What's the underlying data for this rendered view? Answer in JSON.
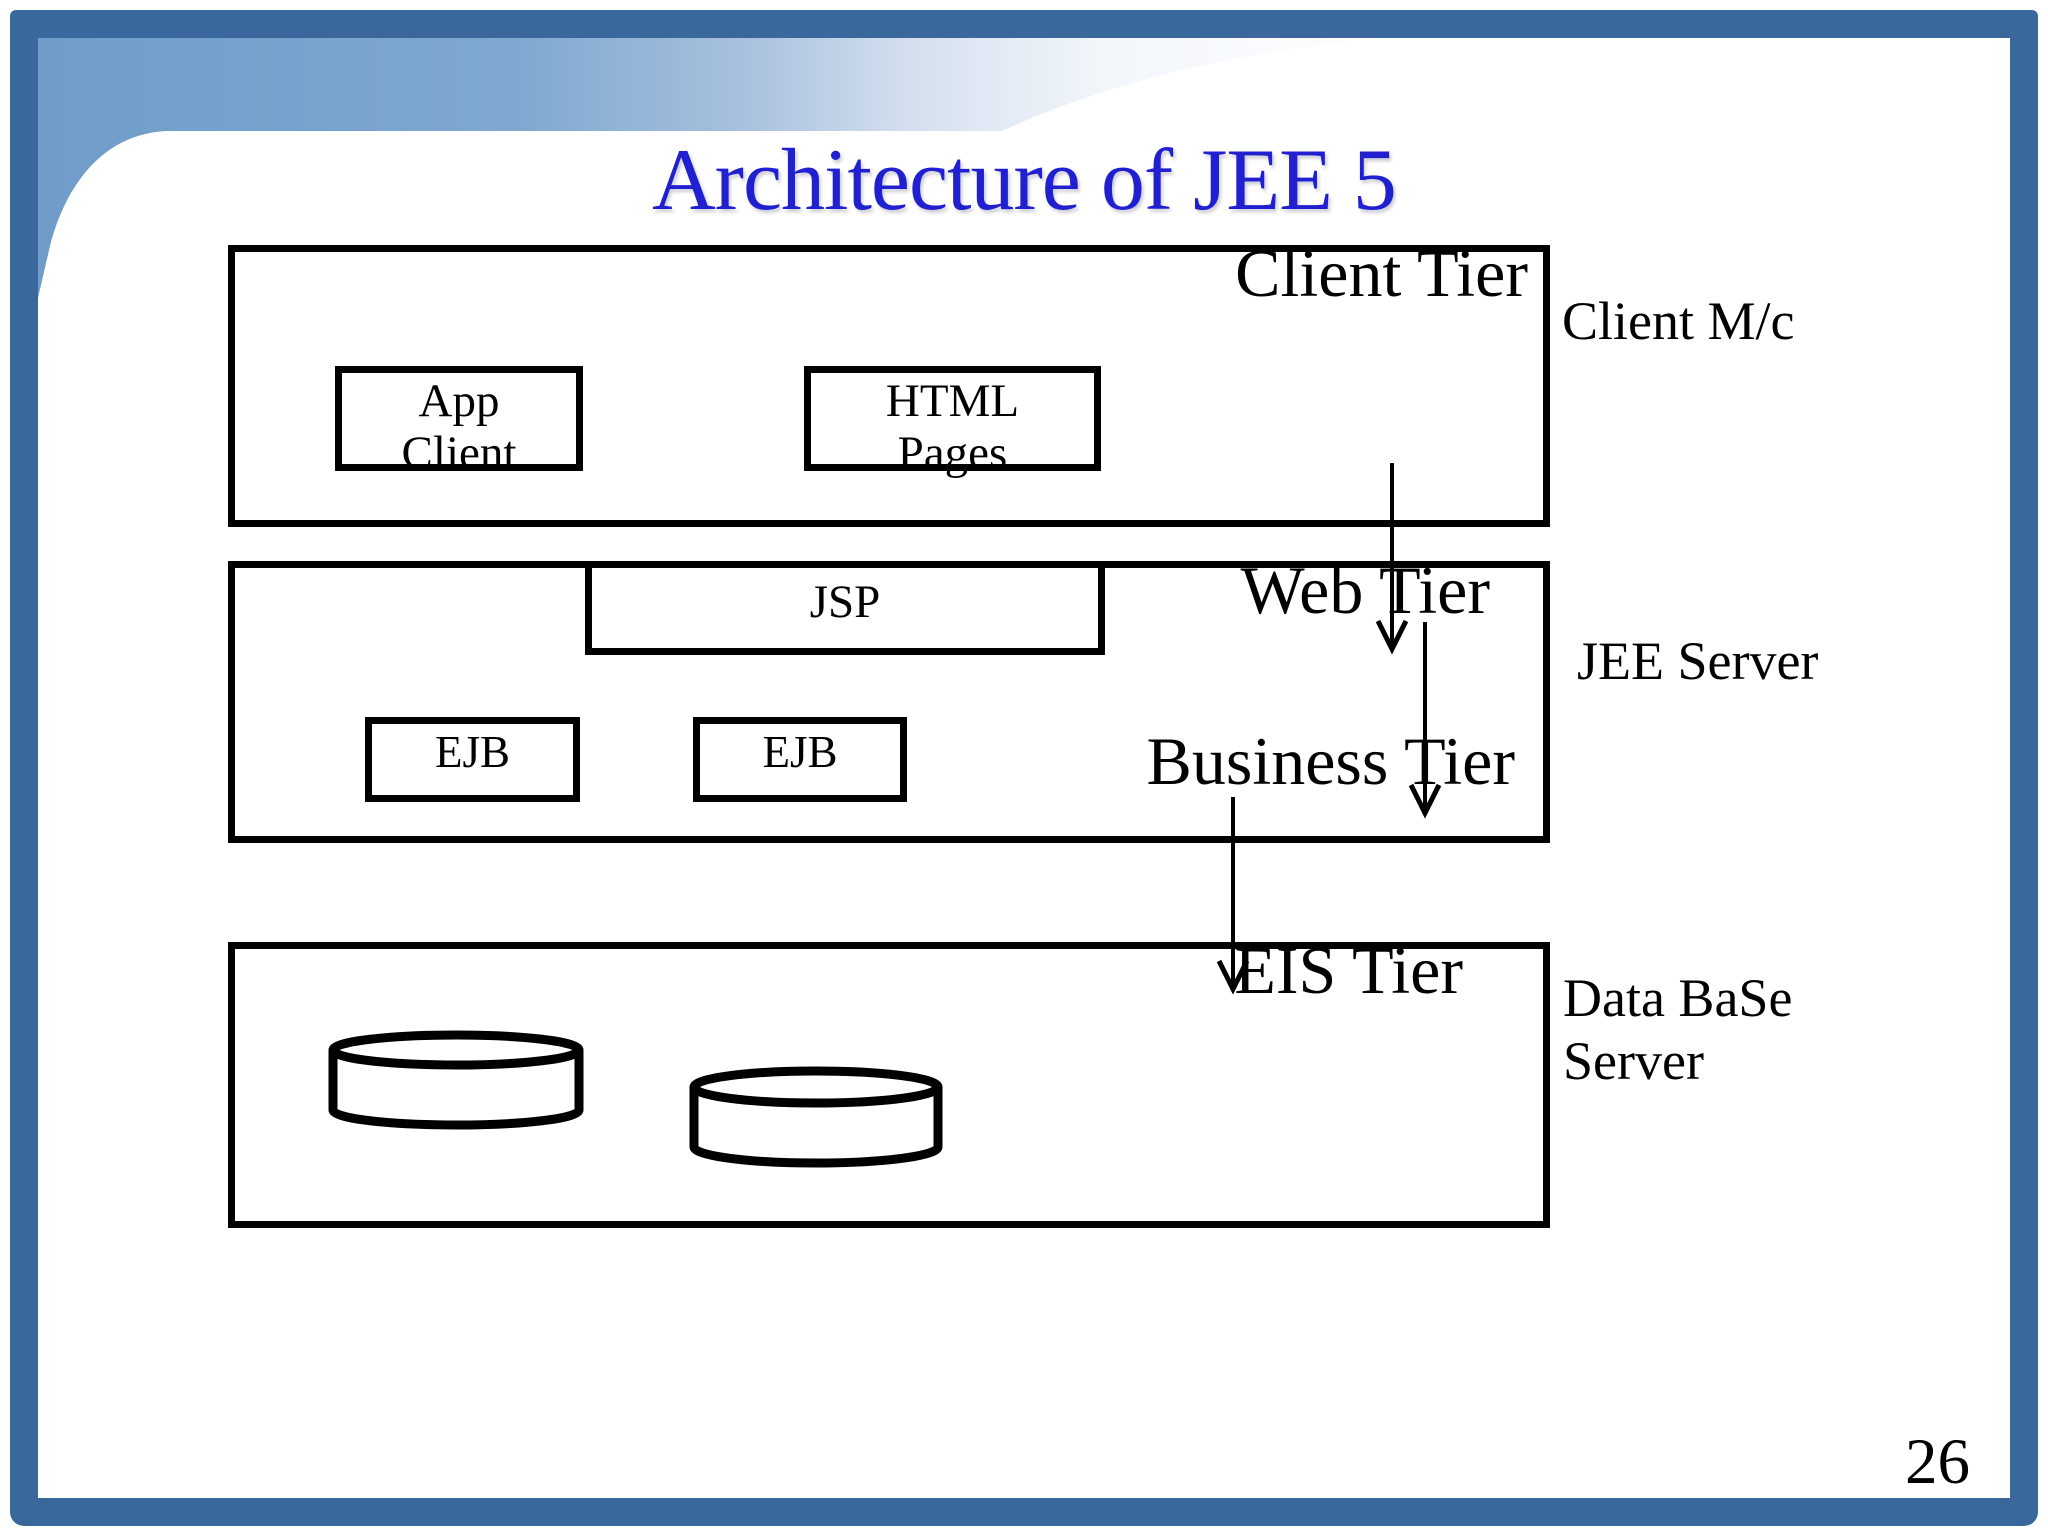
{
  "colors": {
    "frame": "#3a689c",
    "band": "#6f9cc9",
    "title_text": "#2020d0",
    "diagram_line": "#000000"
  },
  "slide": {
    "title": "Architecture of JEE 5",
    "page_number": "26"
  },
  "tiers": {
    "client": {
      "label": "Client Tier",
      "side_label": "Client M/c",
      "app_box": {
        "line1": "App",
        "line2": "Client"
      },
      "html_box": {
        "line1": "HTML",
        "line2": "Pages"
      }
    },
    "middle": {
      "web_label": "Web Tier",
      "business_label": "Business Tier",
      "side_label": "JEE Server",
      "jsp_box_label": "JSP",
      "ejb_box1_label": "EJB",
      "ejb_box2_label": "EJB"
    },
    "eis": {
      "label": "EIS Tier",
      "side_label_line1": "Data BaSe",
      "side_label_line2": "Server",
      "database_count": 2
    }
  }
}
